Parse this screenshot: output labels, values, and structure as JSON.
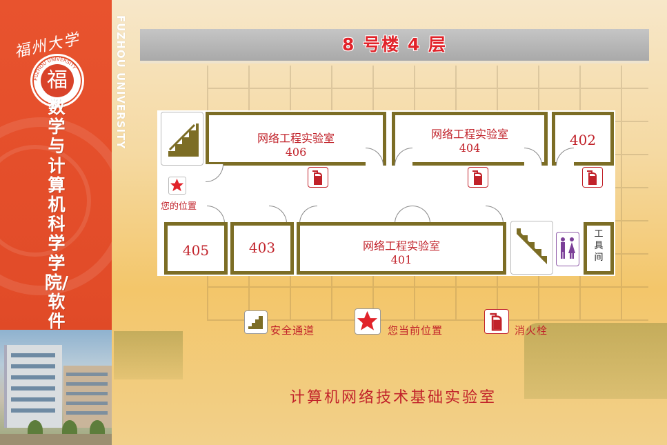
{
  "banner": {
    "logo_script": "福州大学",
    "seal_char": "福",
    "seal_ring_text": "FUZHOU UNIVERSITY",
    "school_name": "数学与计算机科学学院/软件学院",
    "vertical_english": "FUZHOU UNIVERSITY"
  },
  "title": "8 号楼 4 层",
  "plan": {
    "rooms": {
      "r406": {
        "name": "网络工程实验室",
        "number": "406"
      },
      "r404": {
        "name": "网络工程实验室",
        "number": "404"
      },
      "r402": {
        "number": "402"
      },
      "r405": {
        "number": "405"
      },
      "r403": {
        "number": "403"
      },
      "r401": {
        "name": "网络工程实验室",
        "number": "401"
      },
      "tool": {
        "name": "工具间"
      }
    },
    "you_are_here": "您的位置"
  },
  "legend": {
    "safety_exit": "安全通道",
    "current_position": "您当前位置",
    "hydrant": "消火栓"
  },
  "footer": "计算机网络技术基础实验室",
  "colors": {
    "wall": "#7c6d25",
    "accent_red": "#c1222a",
    "banner_red": "#e14b28"
  }
}
